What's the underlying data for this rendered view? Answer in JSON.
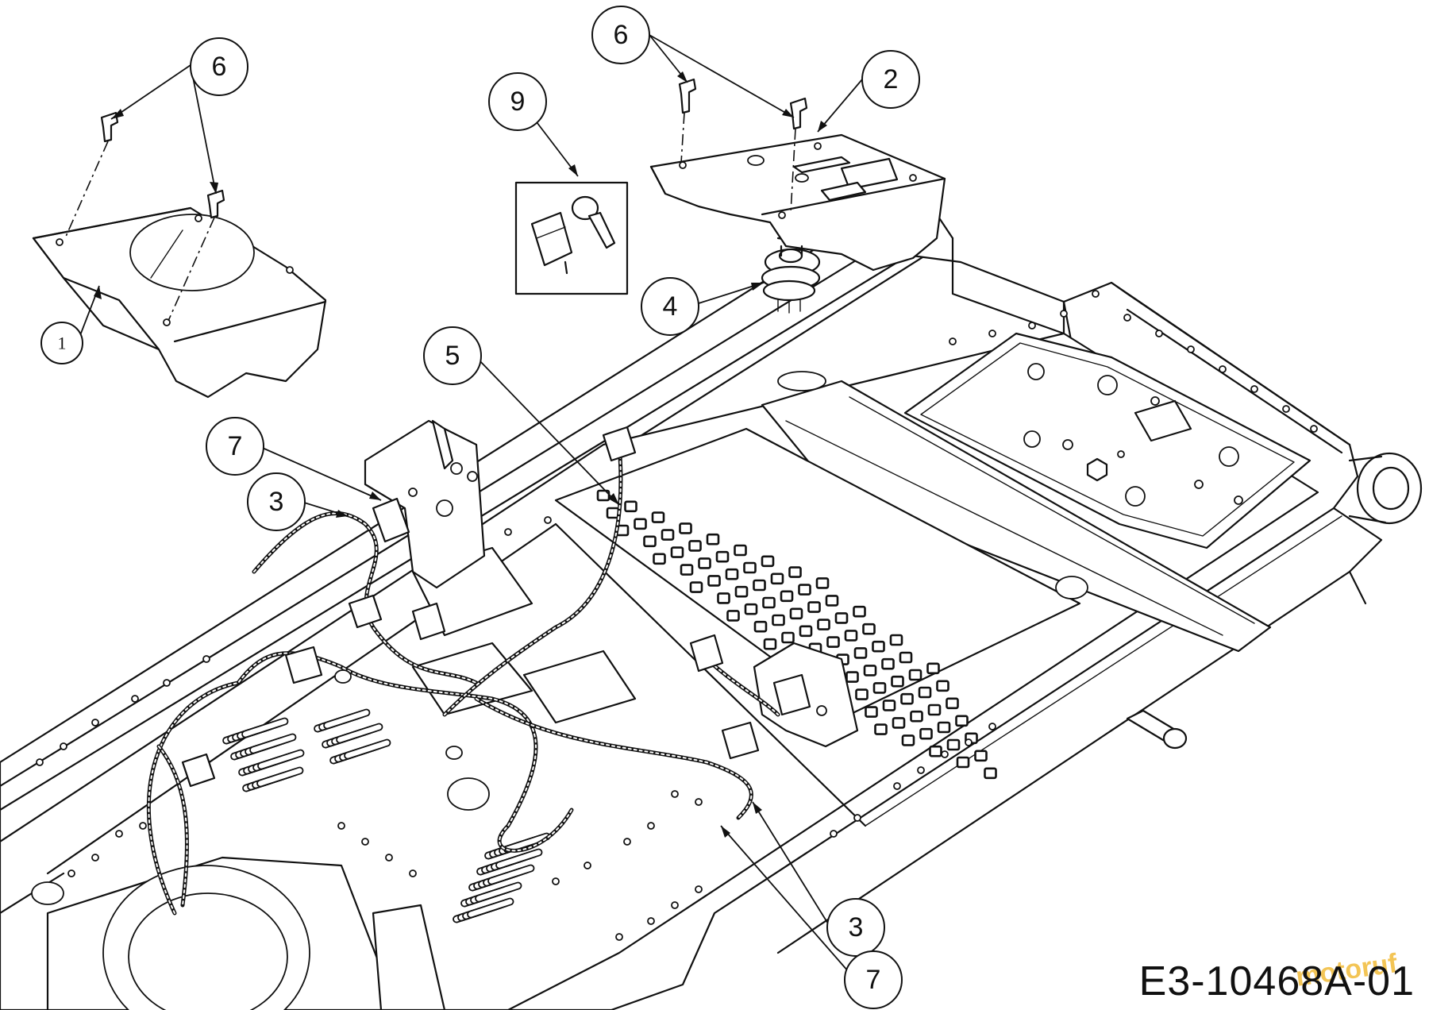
{
  "diagram": {
    "callouts": [
      {
        "id": "c1",
        "label": "1"
      },
      {
        "id": "c2",
        "label": "2"
      },
      {
        "id": "c3a",
        "label": "3"
      },
      {
        "id": "c3b",
        "label": "3"
      },
      {
        "id": "c4",
        "label": "4"
      },
      {
        "id": "c5",
        "label": "5"
      },
      {
        "id": "c6a",
        "label": "6"
      },
      {
        "id": "c6b",
        "label": "6"
      },
      {
        "id": "c7a",
        "label": "7"
      },
      {
        "id": "c7b",
        "label": "7"
      },
      {
        "id": "c9",
        "label": "9"
      }
    ],
    "reference_code": "E3-10468A-01",
    "watermark": "motoruf"
  }
}
